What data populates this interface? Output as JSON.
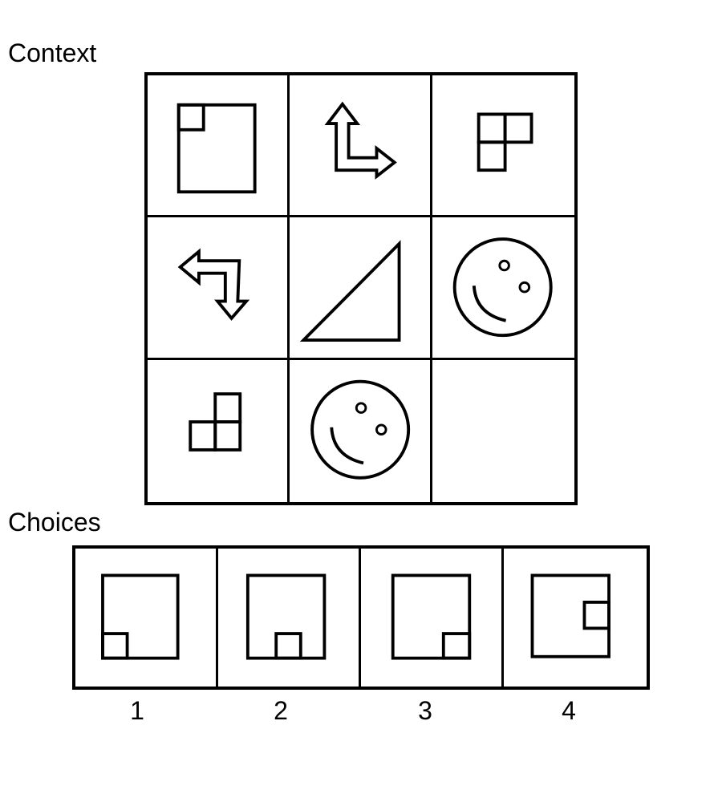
{
  "labels": {
    "context": "Context",
    "choices": "Choices"
  },
  "context_cells": [
    {
      "icon": "square-with-small-square-top-left-icon"
    },
    {
      "icon": "arrow-up-right-elbow-icon"
    },
    {
      "icon": "three-squares-l-shape-icon"
    },
    {
      "icon": "arrow-left-down-elbow-icon"
    },
    {
      "icon": "right-triangle-icon"
    },
    {
      "icon": "smiley-face-icon"
    },
    {
      "icon": "three-squares-l-shape-icon"
    },
    {
      "icon": "smiley-face-icon"
    },
    {
      "icon": "empty-cell"
    }
  ],
  "choices": [
    {
      "number": "1",
      "icon": "square-with-small-square-bottom-left-icon"
    },
    {
      "number": "2",
      "icon": "square-with-small-square-bottom-center-icon"
    },
    {
      "number": "3",
      "icon": "square-with-small-square-bottom-right-icon"
    },
    {
      "number": "4",
      "icon": "square-with-small-square-right-icon"
    }
  ]
}
